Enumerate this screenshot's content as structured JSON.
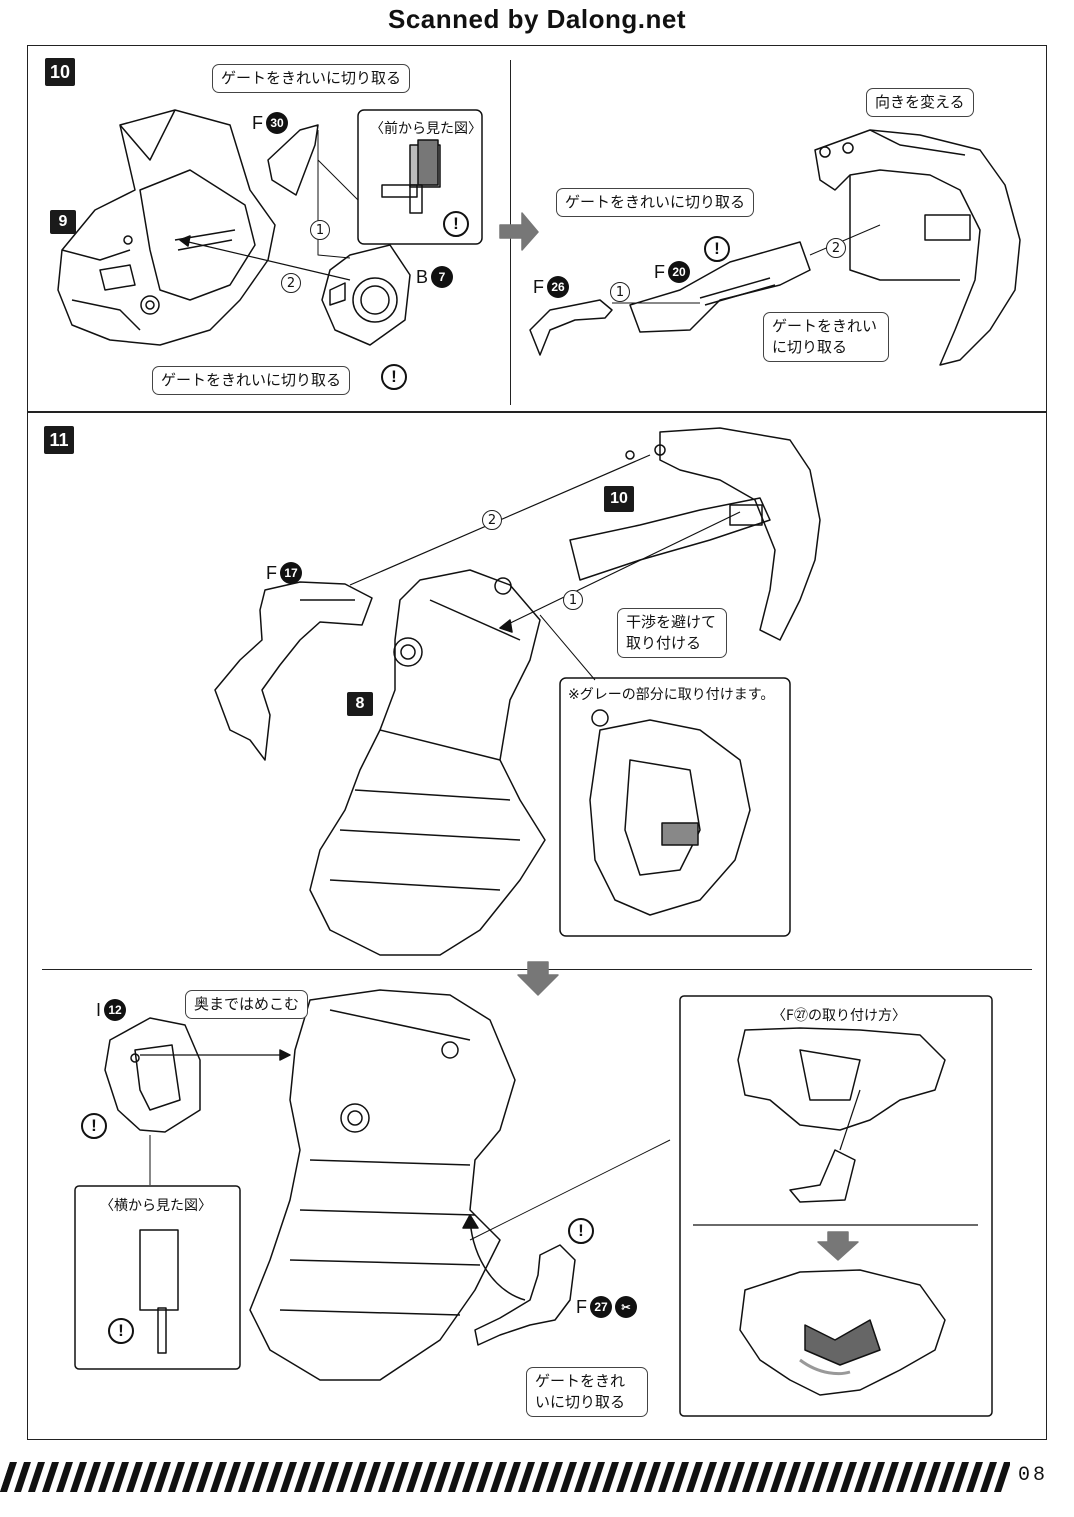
{
  "header": {
    "title": "Scanned by Dalong.net"
  },
  "step10": {
    "number": "10",
    "gate_top": "ゲートをきれいに切り取る",
    "gate_bottom": "ゲートをきれいに切り取る",
    "front_view_label": "〈前から見た図〉",
    "part_f30": {
      "letter": "F",
      "num": "30"
    },
    "part_b7": {
      "letter": "B",
      "num": "7"
    },
    "sub_step_9": "9",
    "step1": "1",
    "step2": "2",
    "excl": "!",
    "right": {
      "change_direction": "向きを変える",
      "gate_left": "ゲートをきれいに切り取る",
      "gate_right": "ゲートをきれいに切り取る",
      "part_f26": {
        "letter": "F",
        "num": "26"
      },
      "part_f20": {
        "letter": "F",
        "num": "20"
      },
      "step1": "1",
      "step2": "2"
    }
  },
  "step11": {
    "number": "11",
    "sub10": "10",
    "sub8": "8",
    "part_f17": {
      "letter": "F",
      "num": "17"
    },
    "avoid": "干渉を避けて取り付ける",
    "gray_note": "※グレーの部分に取り付けます。",
    "step1": "1",
    "step2": "2",
    "press_in": "奥まではめこむ",
    "part_i12": {
      "letter": "I",
      "num": "12"
    },
    "side_view_label": "〈横から見た図〉",
    "part_f27": {
      "letter": "F",
      "num": "27"
    },
    "gate": "ゲートをきれいに切り取る",
    "f27_how": "〈F㉗の取り付け方〉"
  },
  "footer": {
    "page_number": "08"
  }
}
